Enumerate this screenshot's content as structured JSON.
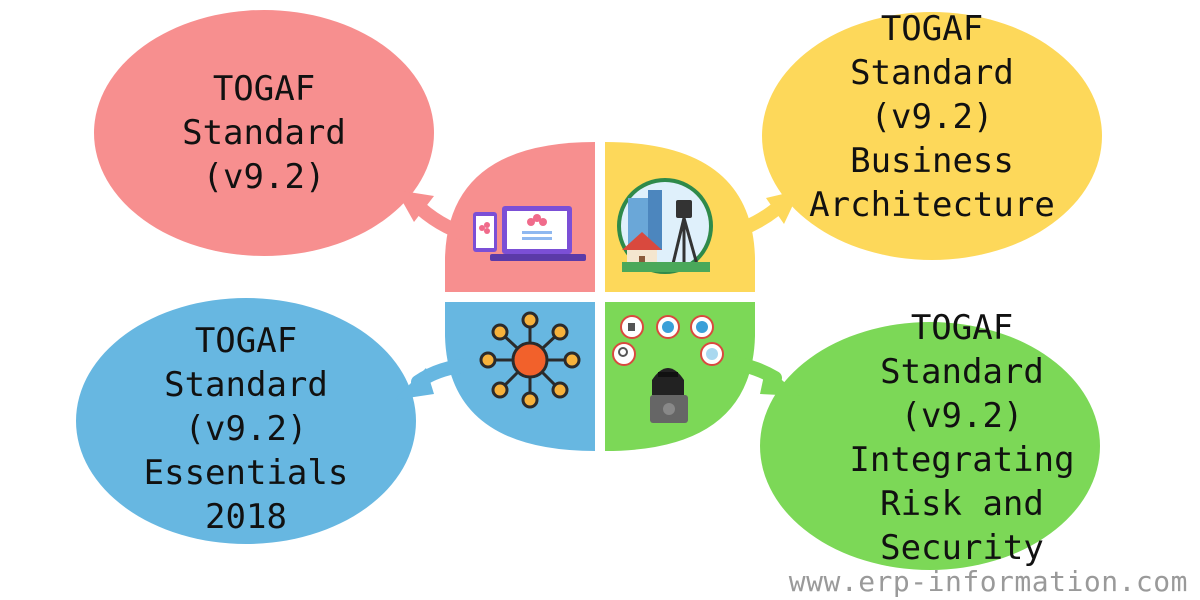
{
  "nodes": [
    {
      "id": "top-left",
      "lines": [
        "TOGAF",
        "Standard",
        "(v9.2)"
      ],
      "color": "#f78f8f",
      "icon": "laptop-phone-icon"
    },
    {
      "id": "top-right",
      "lines": [
        "TOGAF",
        "Standard",
        "(v9.2)",
        "Business",
        "Architecture"
      ],
      "color": "#fdd85a",
      "icon": "surveying-building-icon"
    },
    {
      "id": "bottom-left",
      "lines": [
        "TOGAF",
        "Standard",
        "(v9.2)",
        "Essentials",
        "2018"
      ],
      "color": "#67b7e1",
      "icon": "network-hub-icon"
    },
    {
      "id": "bottom-right",
      "lines": [
        "TOGAF",
        "Standard",
        "(v9.2)",
        "Integrating",
        "Risk and",
        "Security"
      ],
      "color": "#7cd857",
      "icon": "hacker-security-icon"
    }
  ],
  "watermark": "www.erp-information.com",
  "colors": {
    "red": "#f78f8f",
    "yellow": "#fdd85a",
    "blue": "#67b7e1",
    "green": "#7cd857"
  }
}
